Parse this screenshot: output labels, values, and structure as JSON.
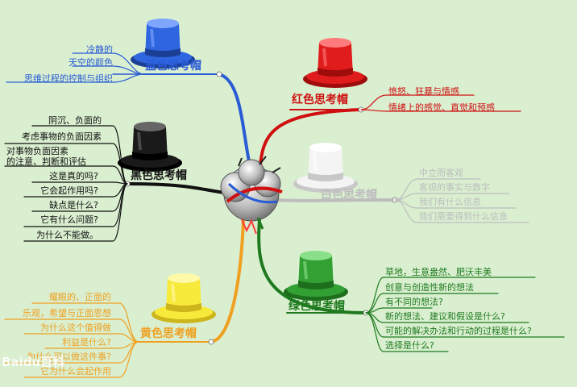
{
  "colors": {
    "background": "#d9efd0",
    "blue": "#2a5cd6",
    "red": "#d01010",
    "black": "#111111",
    "white_gray": "#bdbdbd",
    "green": "#1f7a1f",
    "yellow": "#f0a020"
  },
  "center_icon": "storm-cloud-icon",
  "watermark": "Baidu百科",
  "branches": {
    "blue": {
      "title": "蓝色思考帽",
      "icon": "blue-hat-icon",
      "items": [
        "冷静的",
        "天空的颜色",
        "思维过程的控制与组织"
      ]
    },
    "red": {
      "title": "红色思考帽",
      "icon": "red-hat-icon",
      "items": [
        "愤怒、狂暴与情感",
        "情绪上的感觉、直觉和预感"
      ]
    },
    "black": {
      "title": "黑色思考帽",
      "icon": "black-hat-icon",
      "items": [
        "阴沉、负面的",
        "考虑事物的负面因素",
        "对事物负面因素",
        "的注意、判断和评估",
        "这是真的吗?",
        "它会起作用吗?",
        "缺点是什么?",
        "它有什么问题?",
        "为什么不能做。"
      ]
    },
    "white": {
      "title": "白色思考帽",
      "icon": "white-hat-icon",
      "items": [
        "中立而客观",
        "客观的事实与数字",
        "我们有什么信息",
        "我们需要得到什么信息"
      ]
    },
    "green": {
      "title": "绿色思考帽",
      "icon": "green-hat-icon",
      "items": [
        "草地，生意盎然、肥沃丰美",
        "创意与创造性新的想法",
        "有不同的想法?",
        "新的想法、建议和假设是什么?",
        "可能的解决办法和行动的过程是什么?",
        "选择是什么?"
      ]
    },
    "yellow": {
      "title": "黄色思考帽",
      "icon": "yellow-hat-icon",
      "items": [
        "耀眼的、正面的",
        "乐观，希望与正面思想",
        "为什么这个值得做",
        "利益是什么?",
        "为什么可以做这件事?",
        "它为什么会起作用"
      ]
    }
  }
}
